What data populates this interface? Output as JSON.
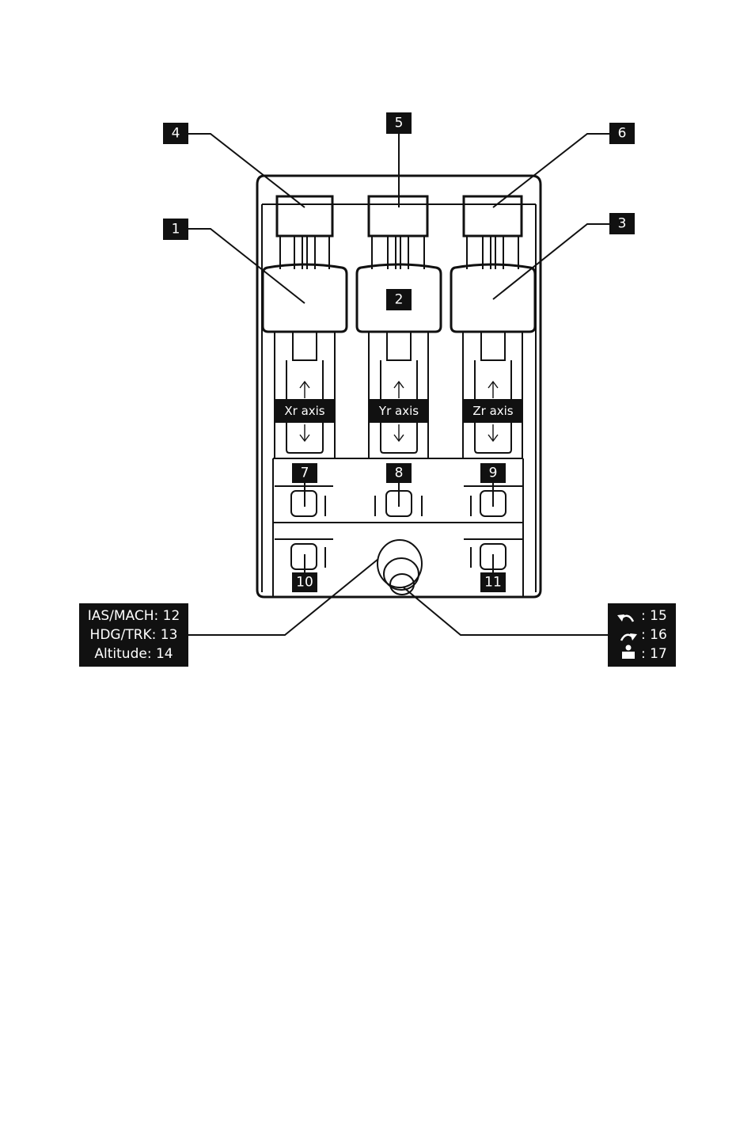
{
  "labels": {
    "l1": "1",
    "l2": "2",
    "l3": "3",
    "l4": "4",
    "l5": "5",
    "l6": "6",
    "l7": "7",
    "l8": "8",
    "l9": "9",
    "l10": "10",
    "l11": "11"
  },
  "axes": {
    "xr": "Xr axis",
    "yr": "Yr axis",
    "zr": "Zr axis"
  },
  "left_legend": {
    "line1": "IAS/MACH: 12",
    "line2": "HDG/TRK: 13",
    "line3": "Altitude: 14"
  },
  "right_legend": {
    "line1": ": 15",
    "line2": ": 16",
    "line3": ": 17",
    "icon1": "rotate-left-icon",
    "icon2": "rotate-right-icon",
    "icon3": "push-icon"
  }
}
